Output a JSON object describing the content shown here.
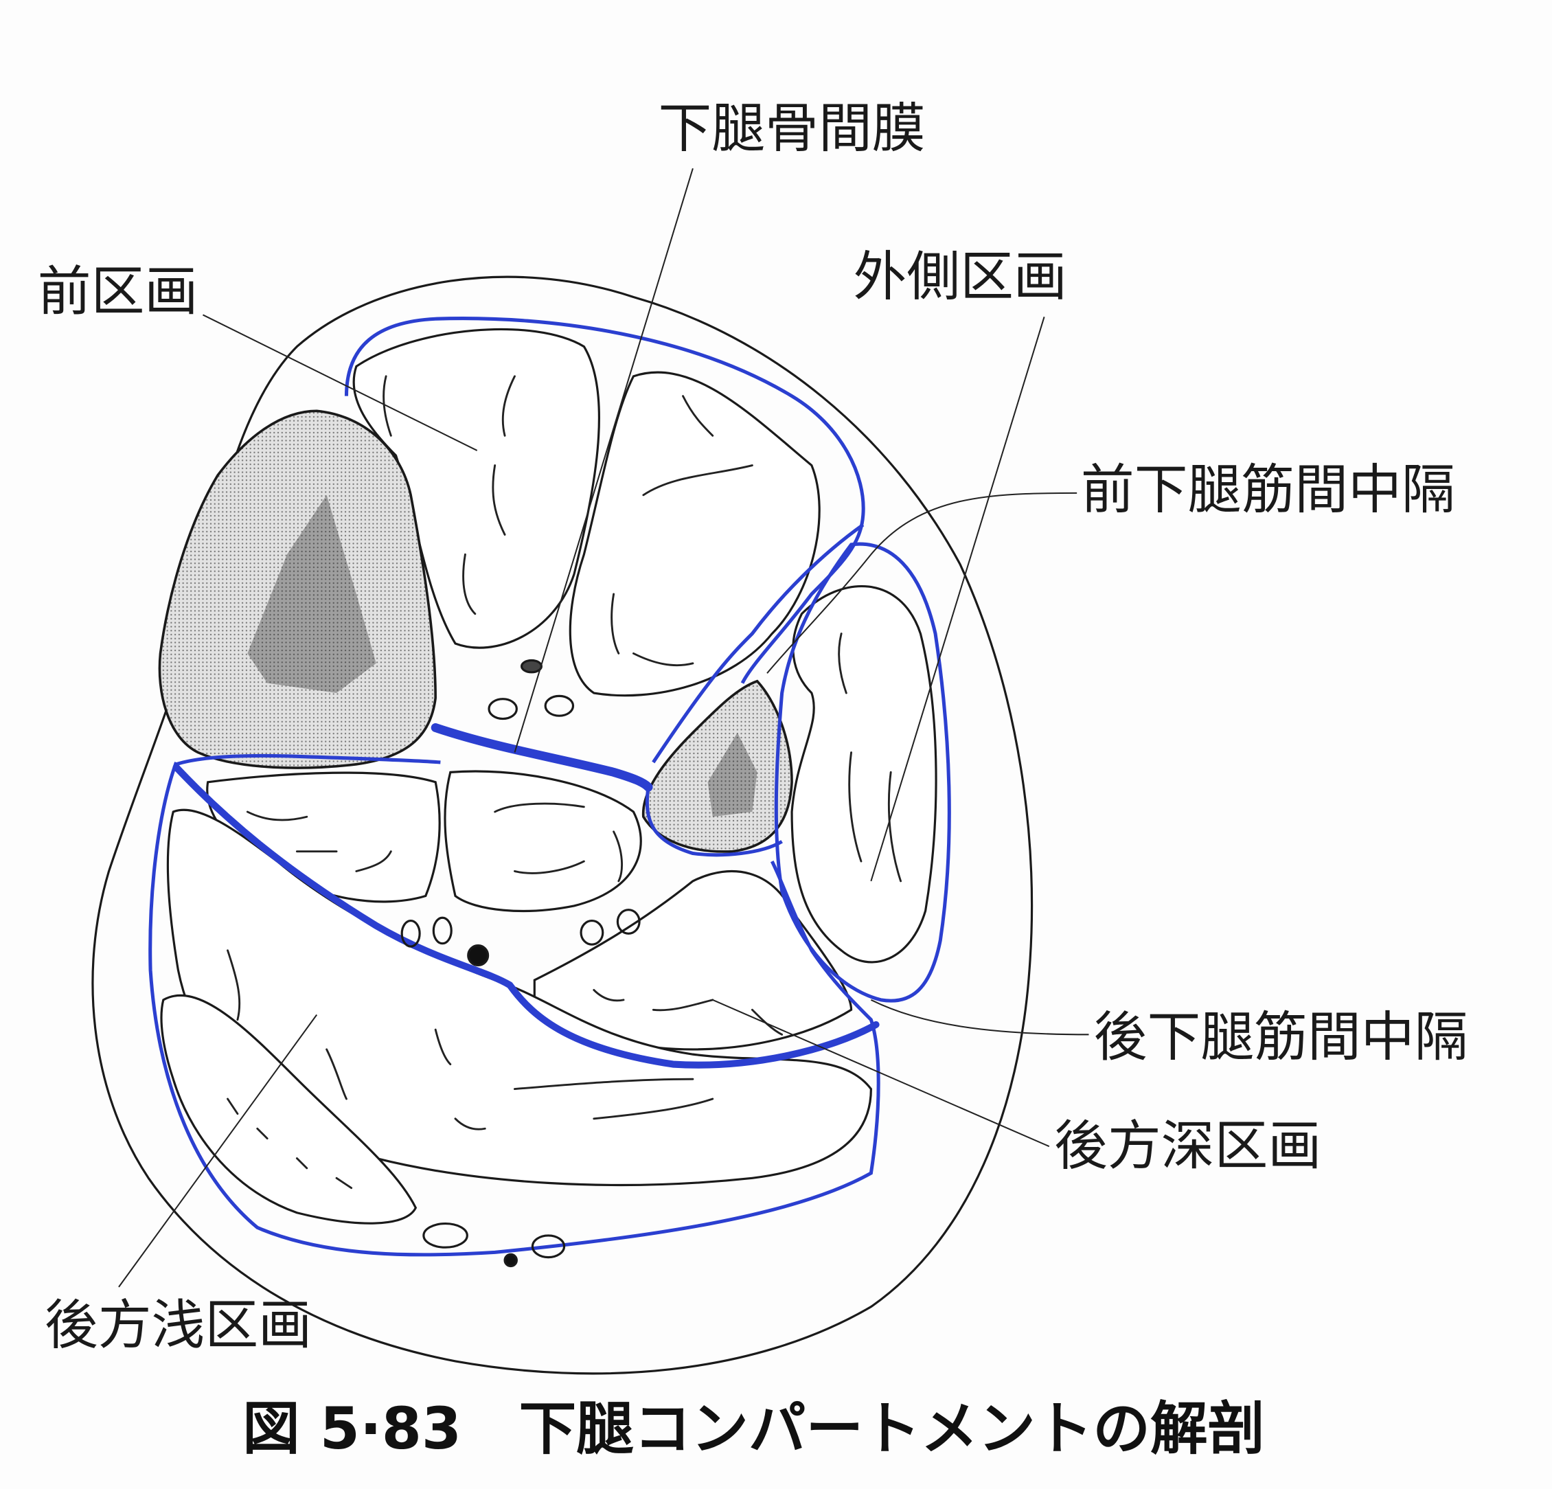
{
  "figure": {
    "caption": "図 5·83　下腿コンパートメントの解剖",
    "labels": {
      "interosseous_membrane": "下腿骨間膜",
      "anterior_compartment": "前区画",
      "lateral_compartment": "外側区画",
      "anterior_intermuscular_septum": "前下腿筋間中隔",
      "posterior_intermuscular_septum": "後下腿筋間中隔",
      "deep_posterior_compartment": "後方深区画",
      "superficial_posterior_compartment": "後方浅区画"
    },
    "colors": {
      "fascia": "#2b3fd0",
      "bone_fill": "#d8d8d8",
      "line": "#1a1a1a"
    }
  }
}
